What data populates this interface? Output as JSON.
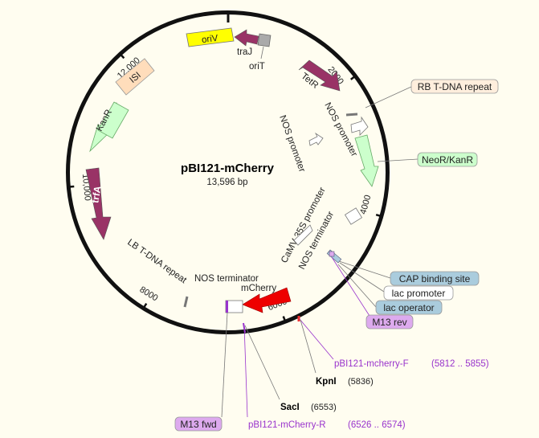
{
  "plasmid": {
    "name": "pBI121-mCherry",
    "size_label": "13,596 bp",
    "total_bp": 13596
  },
  "ticks": [
    {
      "bp": 2000,
      "label": "2000"
    },
    {
      "bp": 4000,
      "label": "4000"
    },
    {
      "bp": 6000,
      "label": "6000"
    },
    {
      "bp": 8000,
      "label": "8000"
    },
    {
      "bp": 10000,
      "label": "10,000"
    },
    {
      "bp": 12000,
      "label": "12,000"
    }
  ],
  "features": {
    "oriV": "oriV",
    "traJ": "traJ",
    "oriT": "oriT",
    "TetR": "TetR",
    "ISI": "ISI",
    "KanR": "KanR",
    "trfA": "trfA",
    "nos_promoter_outer": "NOS promoter",
    "nos_promoter_inner": "NOS promoter",
    "camv35s": "CaMV 35S promoter",
    "nos_terminator_inner": "NOS terminator",
    "nos_terminator_outer": "NOS terminator",
    "mCherry": "mCherry",
    "lb_repeat": "LB T-DNA repeat"
  },
  "callouts": {
    "rb_repeat": "RB T-DNA repeat",
    "neor": "NeoR/KanR",
    "cap_site": "CAP binding site",
    "lac_promoter": "lac promoter",
    "lac_operator": "lac operator",
    "m13_rev": "M13 rev",
    "m13_fwd": "M13 fwd"
  },
  "sites": [
    {
      "name": "KpnI",
      "pos": "(5836)"
    },
    {
      "name": "SacI",
      "pos": "(6553)"
    }
  ],
  "primers": [
    {
      "name": "pBI121-mcherry-F",
      "range": "(5812 .. 5855)"
    },
    {
      "name": "pBI121-mCherry-R",
      "range": "(6526 .. 6574)"
    }
  ],
  "colors": {
    "background": "#fffdf0",
    "backbone": "#111111",
    "origin": "#ffff00",
    "marker_maroon": "#993366",
    "green": "#ccffcc",
    "peach": "#ffddbb",
    "mcherry": "#ee0000",
    "primer": "#9933cc",
    "callout_blue": "#aaccdd",
    "callout_green": "#ccffcc",
    "callout_peach": "#ffeedd",
    "callout_purple": "#ddaaee"
  }
}
